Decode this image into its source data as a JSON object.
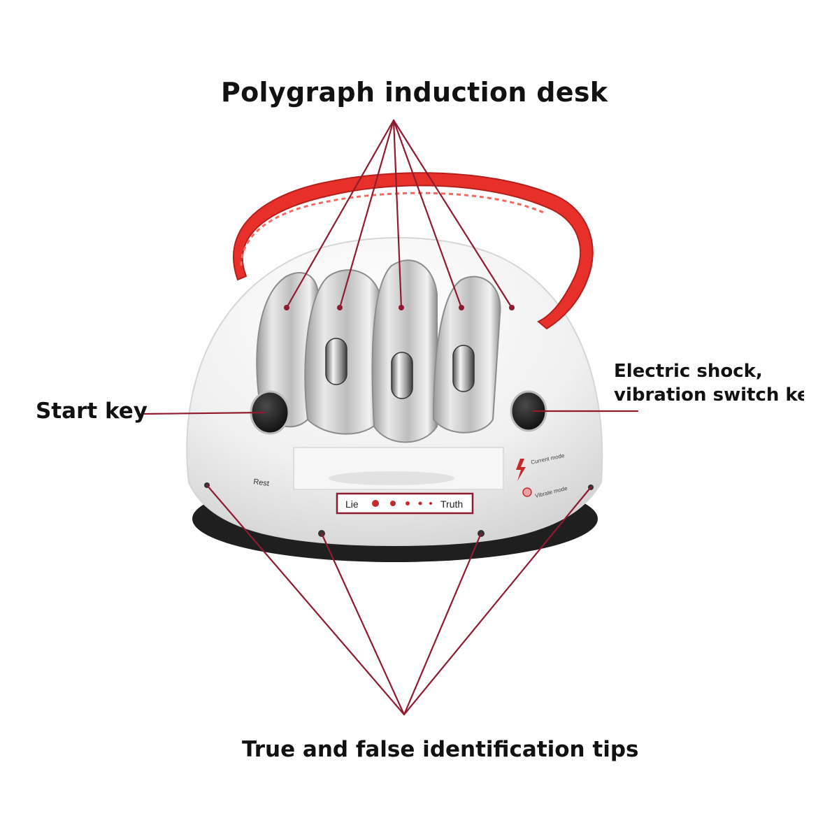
{
  "labels": {
    "top": "Polygraph induction desk",
    "left": "Start key",
    "right_line1": "Electric shock,",
    "right_line2": "vibration switch key",
    "bottom": "True and false identification tips"
  },
  "device": {
    "reset_text": "Rest",
    "indicator_left": "Lie",
    "indicator_right": "Truth",
    "mode_current": "Current mode",
    "mode_vibrate": "Vibrate mode"
  },
  "colors": {
    "leader_line": "#8e1b2e",
    "strap": "#e8302b",
    "shell": "#efefef",
    "metal": "#c9c9c9"
  }
}
